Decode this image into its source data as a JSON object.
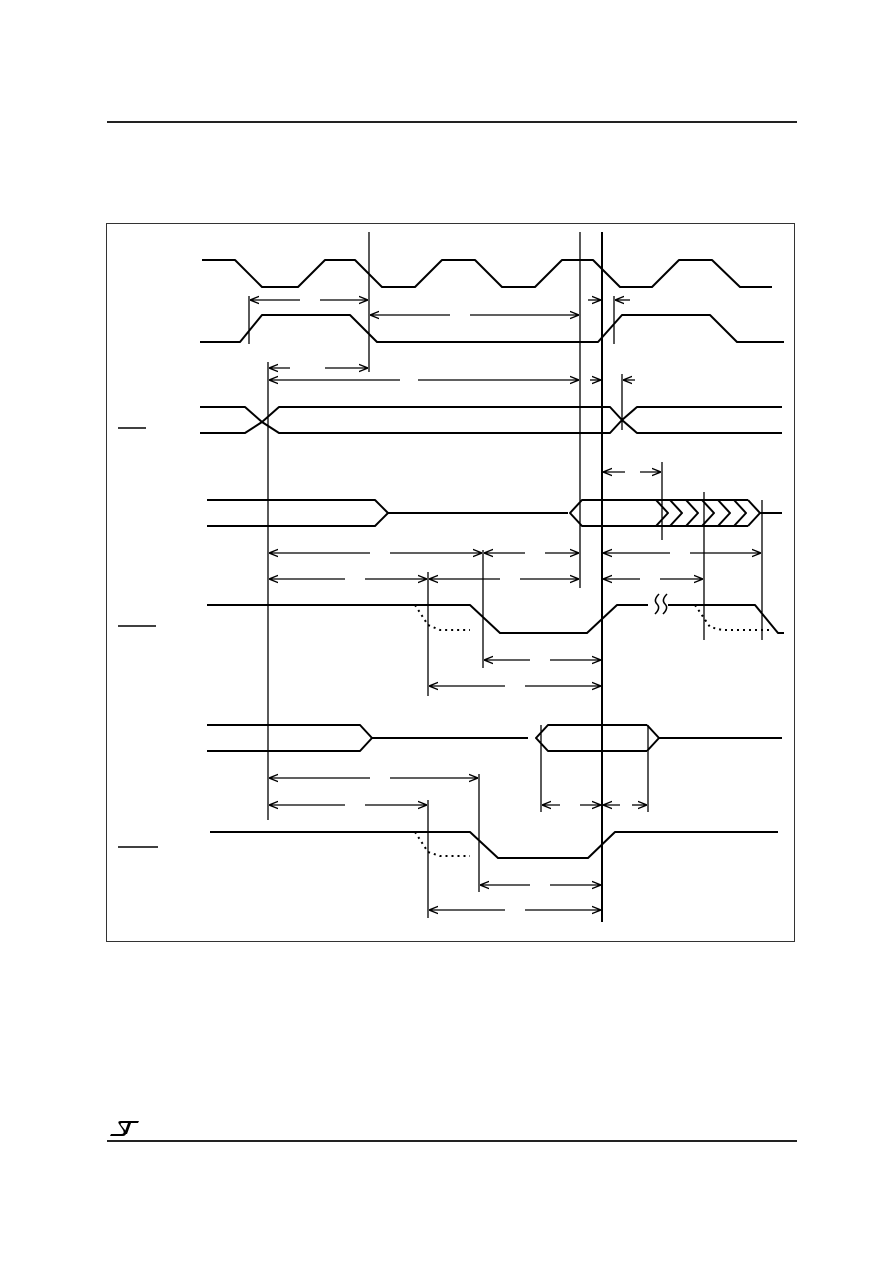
{
  "figure": {
    "signals": [
      {
        "id": "clk-a",
        "kind": "clock"
      },
      {
        "id": "clk-b",
        "kind": "clock"
      },
      {
        "id": "addr",
        "kind": "bus"
      },
      {
        "id": "data-out",
        "kind": "bus"
      },
      {
        "id": "strobe-1",
        "kind": "active-low"
      },
      {
        "id": "data-in",
        "kind": "bus"
      },
      {
        "id": "strobe-2",
        "kind": "active-low"
      }
    ],
    "colors": {
      "line": "#000000",
      "frame": "#333333",
      "rule": "#222222"
    }
  },
  "logo": {
    "icon": "st-logo-icon"
  }
}
